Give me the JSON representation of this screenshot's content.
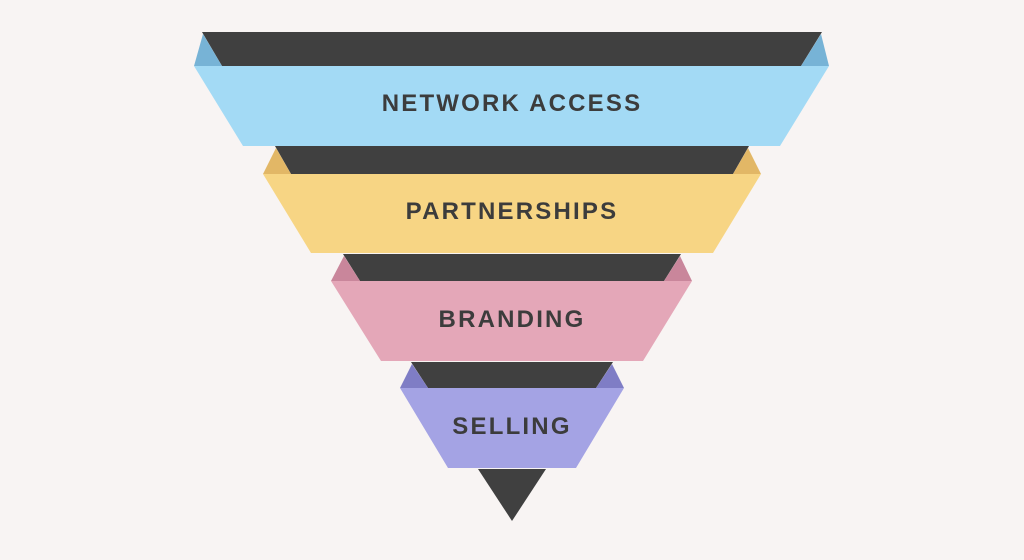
{
  "diagram": {
    "type": "inverted-funnel",
    "background": "#f8f4f3",
    "shadow_color": "#404040",
    "text_color": "#3c3c3c",
    "levels": [
      {
        "label": "NETWORK ACCESS",
        "color": "#a3daf5",
        "fold_color": "#77b3d6"
      },
      {
        "label": "PARTNERSHIPS",
        "color": "#f7d584",
        "fold_color": "#e2b766"
      },
      {
        "label": "BRANDING",
        "color": "#e4a7b8",
        "fold_color": "#c9869b"
      },
      {
        "label": "SELLING",
        "color": "#a4a3e4",
        "fold_color": "#7f7dc5"
      }
    ]
  }
}
